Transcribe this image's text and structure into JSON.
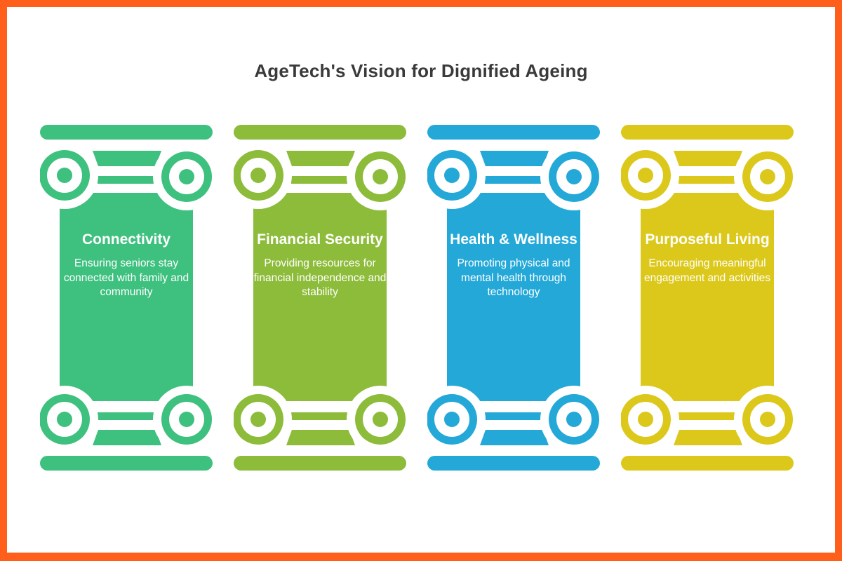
{
  "title": "AgeTech's Vision for Dignified Ageing",
  "colors": {
    "frame": "#FF5F1A",
    "background": "#FFFFFF",
    "title_text": "#3A3A3A",
    "pillar_text": "#FFFFFF"
  },
  "pillars": [
    {
      "title": "Connectivity",
      "description": "Ensuring seniors stay connected with family and community",
      "color": "#3EC07F",
      "icon": "ionic-column-icon"
    },
    {
      "title": "Financial Security",
      "description": "Providing resources for financial independence and stability",
      "color": "#8DBB3A",
      "icon": "ionic-column-icon"
    },
    {
      "title": "Health & Wellness",
      "description": "Promoting physical and mental health through technology",
      "color": "#24A8D8",
      "icon": "ionic-column-icon"
    },
    {
      "title": "Purposeful Living",
      "description": "Encouraging meaningful engagement and activities",
      "color": "#DCC81B",
      "icon": "ionic-column-icon"
    }
  ]
}
